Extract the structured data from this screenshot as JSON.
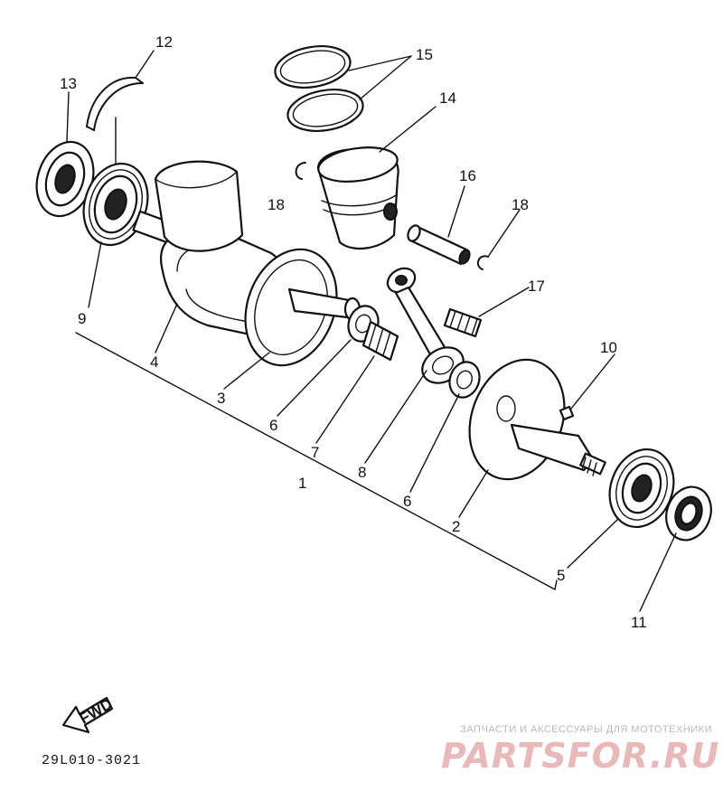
{
  "labels": {
    "p1": "1",
    "p2": "2",
    "p3": "3",
    "p4": "4",
    "p5": "5",
    "p6a": "6",
    "p6b": "6",
    "p7": "7",
    "p8": "8",
    "p9": "9",
    "p10": "10",
    "p11": "11",
    "p12": "12",
    "p13": "13",
    "p14": "14",
    "p15": "15",
    "p16": "16",
    "p17": "17",
    "p18a": "18",
    "p18b": "18"
  },
  "fwd": "FWD",
  "drawing_code": "29L010-3021",
  "watermark": {
    "tagline": "ЗАПЧАСТИ И АКСЕССУАРЫ ДЛЯ МОТОТЕХНИКИ",
    "brand": "PARTSFOR.RU",
    "color": "#e9b8b8"
  }
}
